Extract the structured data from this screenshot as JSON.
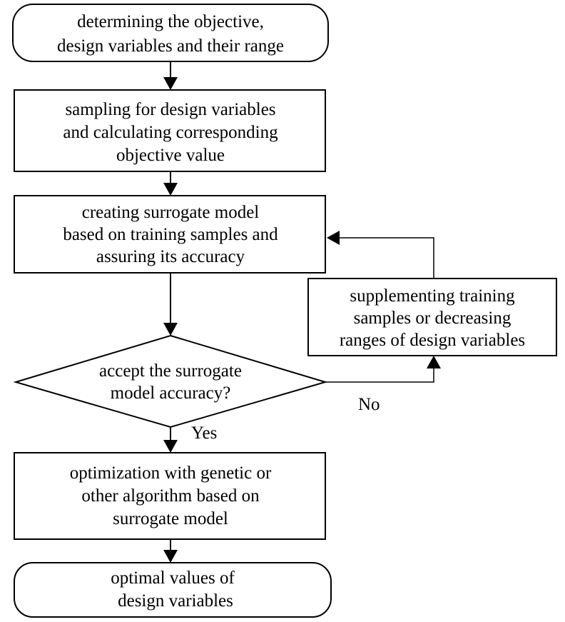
{
  "nodes": {
    "start": {
      "lines": [
        "determining the objective,",
        "design variables and their range"
      ]
    },
    "sampling": {
      "lines": [
        "sampling for design variables",
        "and calculating corresponding",
        "objective value"
      ]
    },
    "surrogate": {
      "lines": [
        "creating surrogate model",
        "based on training samples and",
        "assuring its accuracy"
      ]
    },
    "supplement": {
      "lines": [
        "supplementing training",
        "samples or decreasing",
        "ranges of design variables"
      ]
    },
    "decision": {
      "lines": [
        "accept the surrogate",
        "model accuracy?"
      ]
    },
    "optimization": {
      "lines": [
        "optimization with genetic or",
        "other algorithm based  on",
        "surrogate model"
      ]
    },
    "end": {
      "lines": [
        "optimal values of",
        "design variables"
      ]
    }
  },
  "edges": {
    "no_label": "No",
    "yes_label": "Yes"
  }
}
